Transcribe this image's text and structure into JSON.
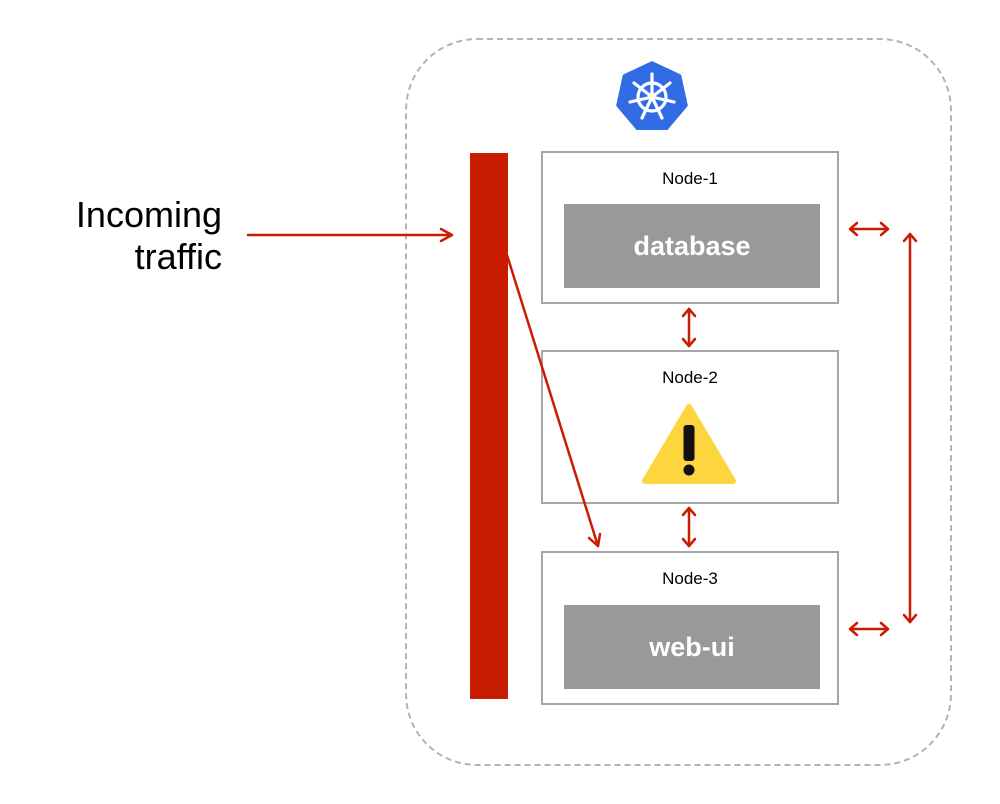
{
  "incoming": {
    "line1": "Incoming",
    "line2": "traffic"
  },
  "nodes": [
    {
      "title": "Node-1",
      "pod": "database"
    },
    {
      "title": "Node-2",
      "status_icon": "warning-icon"
    },
    {
      "title": "Node-3",
      "pod": "web-ui"
    }
  ],
  "colors": {
    "accent": "#c81c03",
    "node_border": "#a6a6a6",
    "pod": "#999999",
    "cluster_border": "#b3b3b3",
    "k8s_blue": "#326ce5",
    "warning_yellow": "#fcd53f"
  },
  "icons": {
    "cluster_logo": "kubernetes-helm-icon",
    "node2_status": "warning-icon"
  }
}
